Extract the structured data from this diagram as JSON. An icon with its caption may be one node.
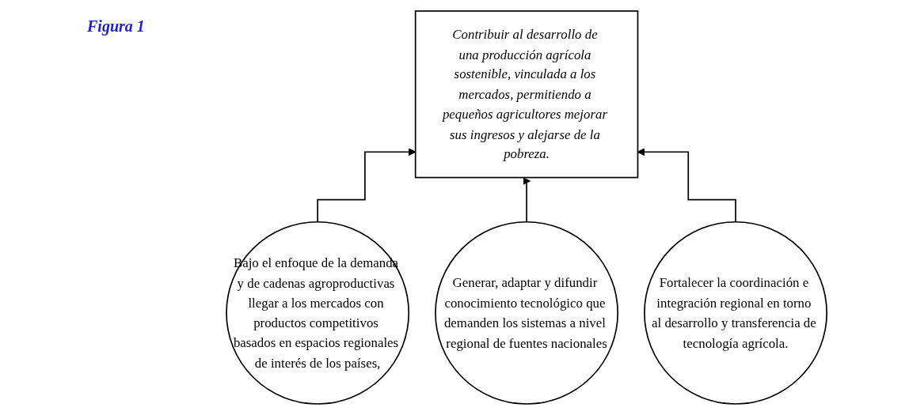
{
  "diagram": {
    "title": "Figura 1",
    "nodes": [
      {
        "text": [
          "Contribuir al desarrollo de una producción agrícola sostenible, vinculada a los mercados, permitiendo a pequeños agricultores mejorar sus ingresos y alejarse de la pobreza."
        ]
      },
      {
        "text": [
          "Bajo el enfoque de la demanda y de cadenas agroproductivas llegar a los mercados con productos competitivos basados en espacios regionales de interés de los países,"
        ]
      },
      {
        "text": [
          "Generar, adaptar y difundir conocimiento tecnológico que demanden los sistemas a nivel regional de fuentes nacionales"
        ]
      },
      {
        "text": [
          "Fortalecer la coordinación e integración regional en torno al desarrollo y transferencia de tecnología agrícola."
        ]
      }
    ],
    "edges": [
      {
        "from": 1,
        "to": 0,
        "arrow": "to"
      },
      {
        "from": 2,
        "to": 0,
        "arrow": "to"
      },
      {
        "from": 3,
        "to": 0,
        "arrow": "to"
      }
    ]
  }
}
